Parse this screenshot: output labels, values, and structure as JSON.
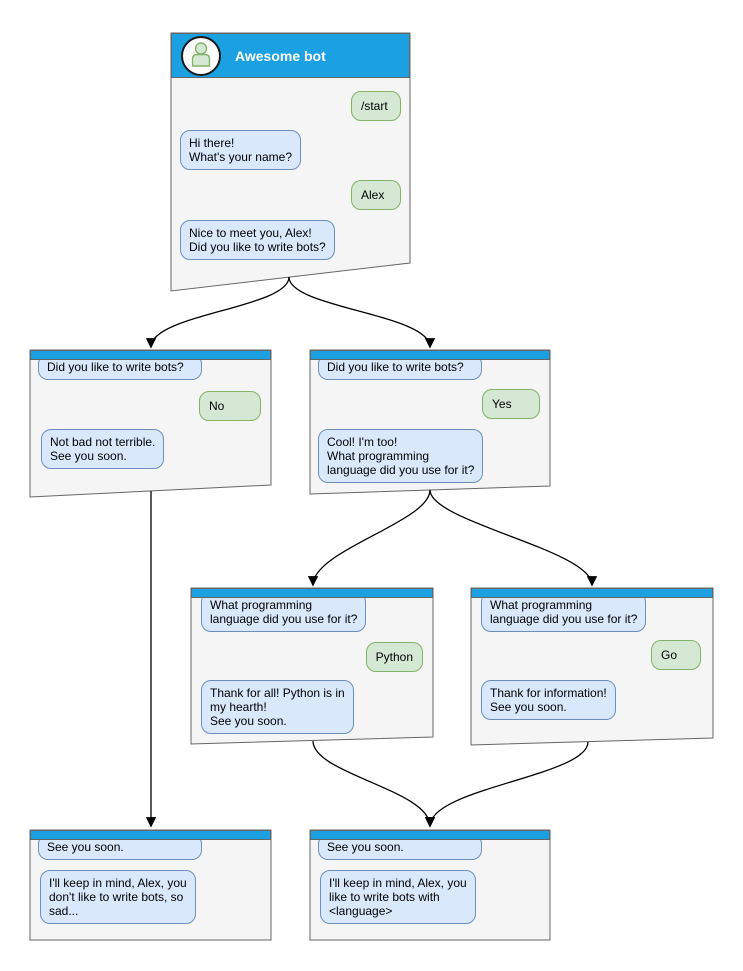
{
  "colors": {
    "header_blue": "#1ba1e2",
    "window_fill": "#f5f5f5",
    "window_border": "#666666",
    "bot_bubble_fill": "#dae8fc",
    "bot_bubble_border": "#6c8ebf",
    "user_bubble_fill": "#d5e8d4",
    "user_bubble_border": "#82b366"
  },
  "windows": {
    "main": {
      "title": "Awesome bot",
      "avatar_icon": "person-icon",
      "messages": [
        {
          "side": "user",
          "text": "/start"
        },
        {
          "side": "bot",
          "text": "Hi there!\nWhat's your name?"
        },
        {
          "side": "user",
          "text": "Alex"
        },
        {
          "side": "bot",
          "text": "Nice to meet you, Alex!\nDid you like to write bots?"
        }
      ]
    },
    "branch_no": {
      "messages": [
        {
          "side": "bot",
          "text": "Did you like to write bots?"
        },
        {
          "side": "user",
          "text": "No"
        },
        {
          "side": "bot",
          "text": "Not bad not terrible.\nSee you soon."
        }
      ]
    },
    "branch_yes": {
      "messages": [
        {
          "side": "bot",
          "text": "Did you like to write bots?"
        },
        {
          "side": "user",
          "text": "Yes"
        },
        {
          "side": "bot",
          "text": "Cool! I'm too!\nWhat programming\nlanguage did you use for it?"
        }
      ]
    },
    "branch_python": {
      "messages": [
        {
          "side": "bot",
          "text": "What programming\nlanguage did you use for it?"
        },
        {
          "side": "user",
          "text": "Python"
        },
        {
          "side": "bot",
          "text": "Thank for all! Python is in\nmy hearth!\nSee you soon."
        }
      ]
    },
    "branch_go": {
      "messages": [
        {
          "side": "bot",
          "text": "What programming\nlanguage did you use for it?"
        },
        {
          "side": "user",
          "text": "Go"
        },
        {
          "side": "bot",
          "text": "Thank for information!\nSee you soon."
        }
      ]
    },
    "end_no": {
      "messages": [
        {
          "side": "bot",
          "text": "See you soon."
        },
        {
          "side": "bot",
          "text": "I'll keep in mind, Alex, you\ndon't like to write bots, so\nsad..."
        }
      ]
    },
    "end_yes": {
      "messages": [
        {
          "side": "bot",
          "text": "See you soon."
        },
        {
          "side": "bot",
          "text": "I'll keep in mind, Alex, you\nlike to write bots with\n<language>"
        }
      ]
    }
  }
}
